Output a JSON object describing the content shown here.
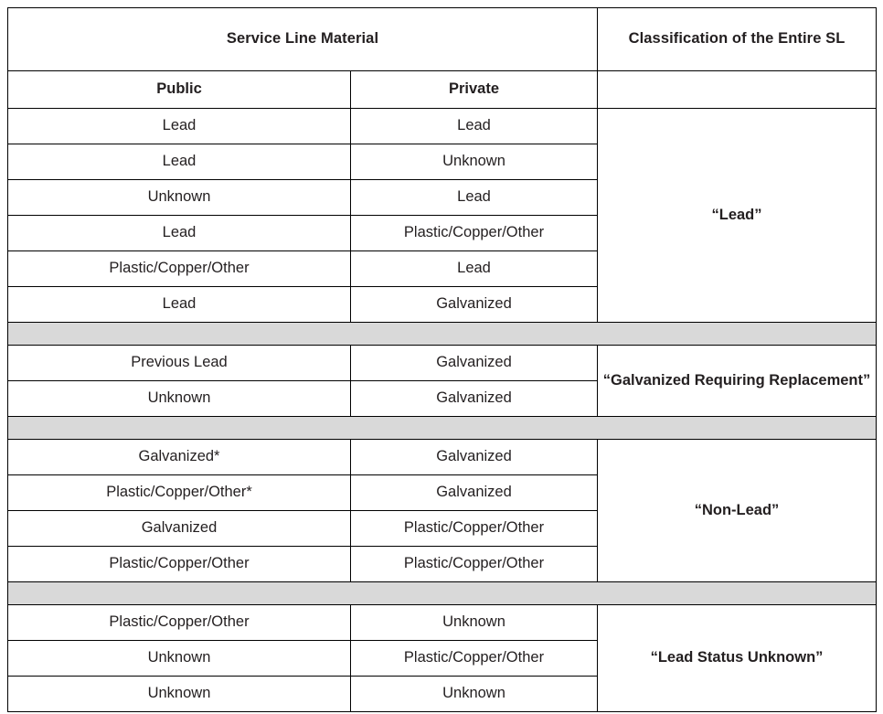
{
  "table": {
    "header": {
      "material_group_label": "Service Line Material",
      "classification_label": "Classification of the Entire SL",
      "col_public": "Public",
      "col_private": "Private",
      "col_class_blank": ""
    },
    "colors": {
      "header_blue": "#1580C4",
      "subheader_gray": "#D9D9D9",
      "spacer_gray": "#D9D9D9",
      "border": "#000000",
      "text": "#231F20",
      "header_text": "#FFFFFF"
    },
    "groups": [
      {
        "classification": "“Lead”",
        "rows": [
          {
            "public": "Lead",
            "private": "Lead"
          },
          {
            "public": "Lead",
            "private": "Unknown"
          },
          {
            "public": "Unknown",
            "private": "Lead"
          },
          {
            "public": "Lead",
            "private": "Plastic/Copper/Other"
          },
          {
            "public": "Plastic/Copper/Other",
            "private": "Lead"
          },
          {
            "public": "Lead",
            "private": "Galvanized"
          }
        ]
      },
      {
        "classification": "“Galvanized Requiring Replacement”",
        "rows": [
          {
            "public": "Previous Lead",
            "private": "Galvanized"
          },
          {
            "public": "Unknown",
            "private": "Galvanized"
          }
        ]
      },
      {
        "classification": "“Non-Lead”",
        "rows": [
          {
            "public": "Galvanized*",
            "private": "Galvanized"
          },
          {
            "public": "Plastic/Copper/Other*",
            "private": "Galvanized"
          },
          {
            "public": "Galvanized",
            "private": "Plastic/Copper/Other"
          },
          {
            "public": "Plastic/Copper/Other",
            "private": "Plastic/Copper/Other"
          }
        ]
      },
      {
        "classification": "“Lead Status Unknown”",
        "rows": [
          {
            "public": "Plastic/Copper/Other",
            "private": "Unknown"
          },
          {
            "public": "Unknown",
            "private": "Plastic/Copper/Other"
          },
          {
            "public": "Unknown",
            "private": "Unknown"
          }
        ]
      }
    ]
  }
}
